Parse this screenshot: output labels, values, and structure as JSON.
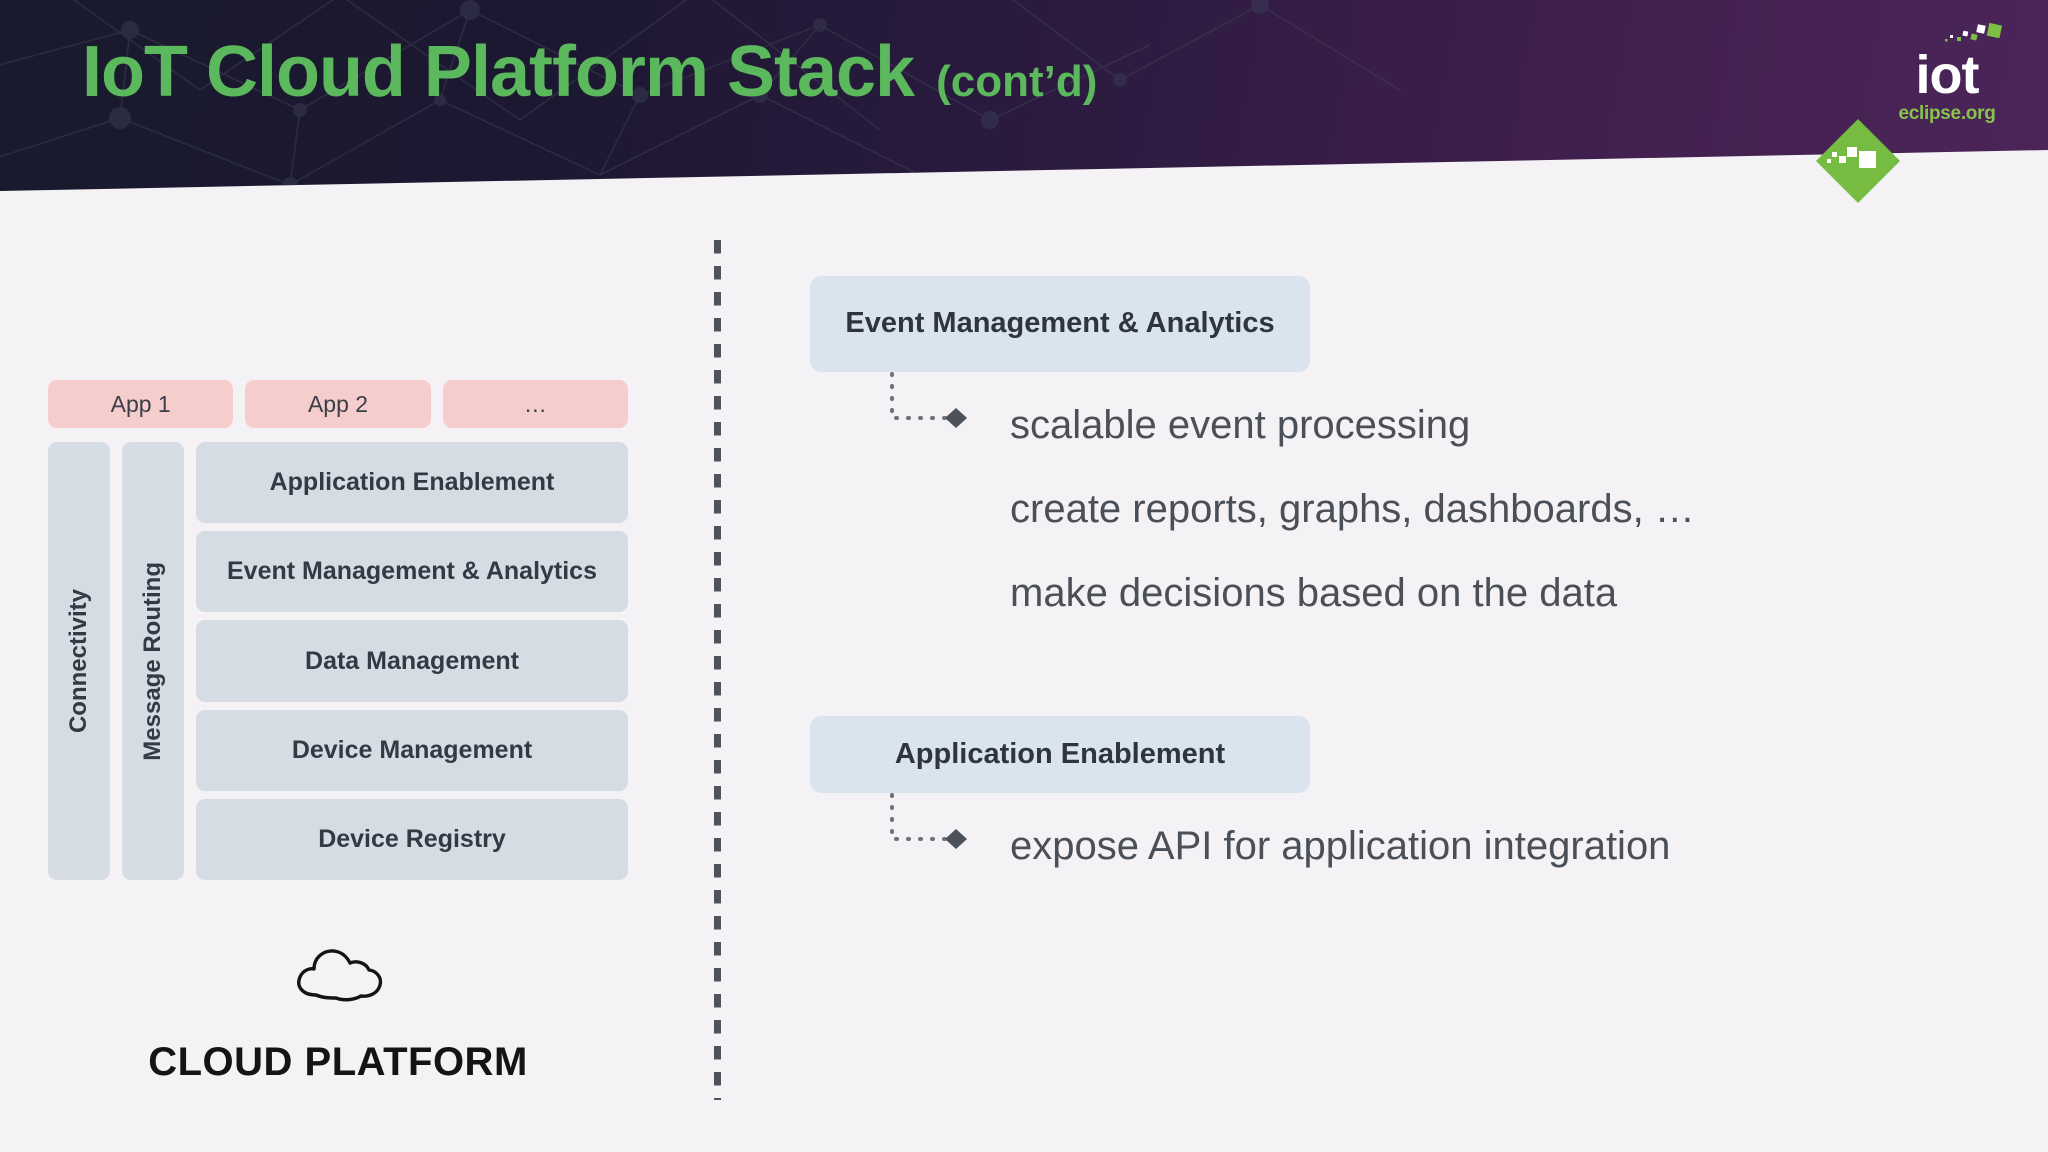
{
  "header": {
    "title_main": "IoT Cloud Platform Stack",
    "title_suffix": "(cont’d)",
    "accent_green": "#5cb85c",
    "gradient_from": "#191a2e",
    "gradient_to": "#4c2559",
    "logo": {
      "wordmark": "iot",
      "domain": "eclipse.org"
    }
  },
  "stack": {
    "apps": [
      {
        "label": "App 1"
      },
      {
        "label": "App 2"
      },
      {
        "label": "…"
      }
    ],
    "side_columns": [
      {
        "label": "Connectivity"
      },
      {
        "label": "Message Routing"
      }
    ],
    "layers": [
      {
        "label": "Application Enablement"
      },
      {
        "label": "Event Management & Analytics"
      },
      {
        "label": "Data Management"
      },
      {
        "label": "Device Management"
      },
      {
        "label": "Device Registry"
      }
    ],
    "app_box_color": "#f6cdcd",
    "layer_box_color": "#d6dce4",
    "caption": "CLOUD PLATFORM"
  },
  "content": {
    "sections": [
      {
        "heading": "Event Management & Analytics",
        "bullets": [
          "scalable event processing",
          "create reports, graphs, dashboards, …",
          "make decisions based on the data"
        ]
      },
      {
        "heading": "Application Enablement",
        "bullets": [
          "expose API for application integration"
        ]
      }
    ],
    "heading_bg": "#d9e4ee",
    "bullet_marker_color": "#4c515a"
  }
}
